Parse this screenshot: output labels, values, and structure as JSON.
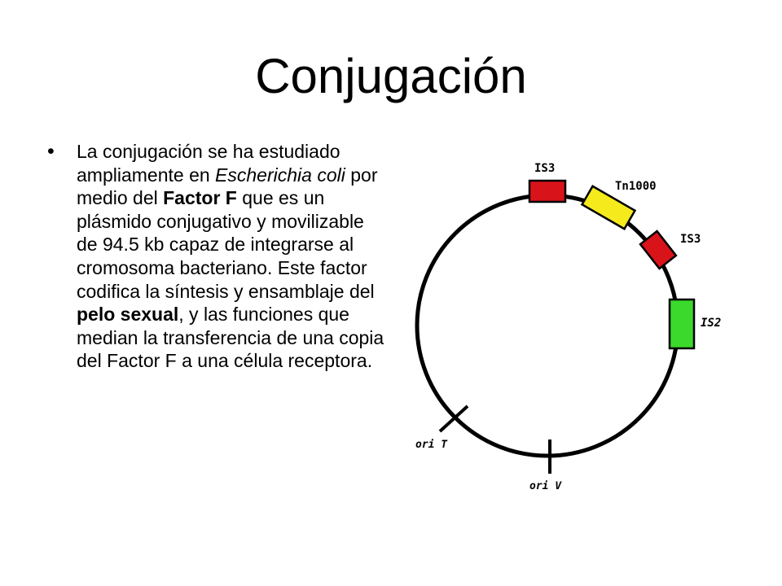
{
  "slide": {
    "title": "Conjugación",
    "bullet_symbol": "•",
    "bullet_parts": [
      {
        "text": "La conjugación se ha estudiado ampliamente en ",
        "style": "normal"
      },
      {
        "text": "Escherichia coli",
        "style": "italic"
      },
      {
        "text": " por medio del ",
        "style": "normal"
      },
      {
        "text": "Factor F",
        "style": "bold"
      },
      {
        "text": " que es un plásmido conjugativo y movilizable de 94.5 kb capaz de integrarse al cromosoma bacteriano. Este factor codifica la síntesis y ensamblaje del ",
        "style": "normal"
      },
      {
        "text": "pelo sexual",
        "style": "bold"
      },
      {
        "text": ", y las funciones que median la transferencia de una copia del Factor F a una célula receptora.",
        "style": "normal"
      }
    ]
  },
  "plasmid_map": {
    "elements": [
      {
        "id": "is3-top",
        "label": "IS3",
        "color": "#d8141a"
      },
      {
        "id": "tn1000",
        "label": "Tn1000",
        "color": "#f5ea1c"
      },
      {
        "id": "is3-right",
        "label": "IS3",
        "color": "#d8141a"
      },
      {
        "id": "is2",
        "label": "IS2",
        "color": "#3ad92c"
      }
    ],
    "origins": [
      {
        "id": "oriT",
        "label": "ori T"
      },
      {
        "id": "oriV",
        "label": "ori V"
      }
    ]
  }
}
